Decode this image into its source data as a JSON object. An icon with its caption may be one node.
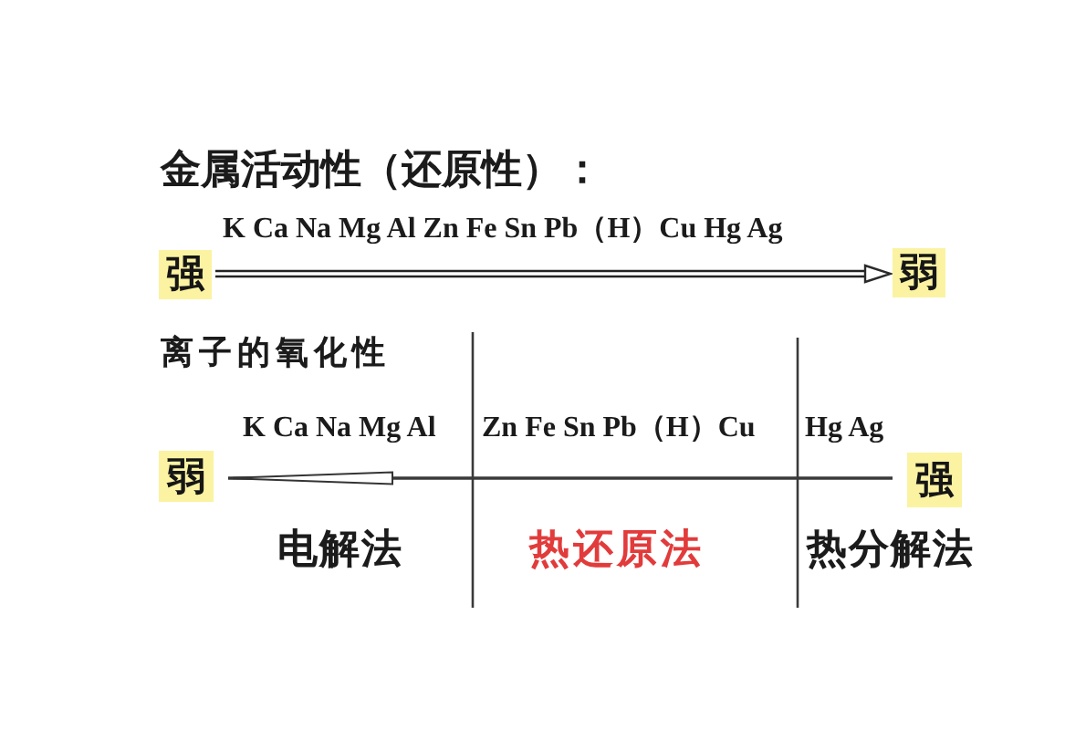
{
  "diagram": {
    "nodes": [
      {
        "text": [
          "强"
        ]
      },
      {
        "text": [
          "弱"
        ]
      },
      {
        "text": [
          "弱"
        ]
      },
      {
        "text": [
          "强"
        ]
      }
    ],
    "edges": [
      {
        "from": 0,
        "to": 1,
        "arrow": "to"
      },
      {
        "from": 3,
        "to": 2,
        "arrow": "to"
      }
    ],
    "labels": [
      "金属活动性（还原性）：",
      "K Ca Na Mg Al Zn Fe Sn Pb（H）Cu Hg Ag",
      "离子的氧化性",
      "K Ca Na Mg Al",
      "Zn Fe Sn Pb（H）Cu",
      "Hg Ag",
      "电解法",
      "热还原法",
      "热分解法"
    ]
  }
}
